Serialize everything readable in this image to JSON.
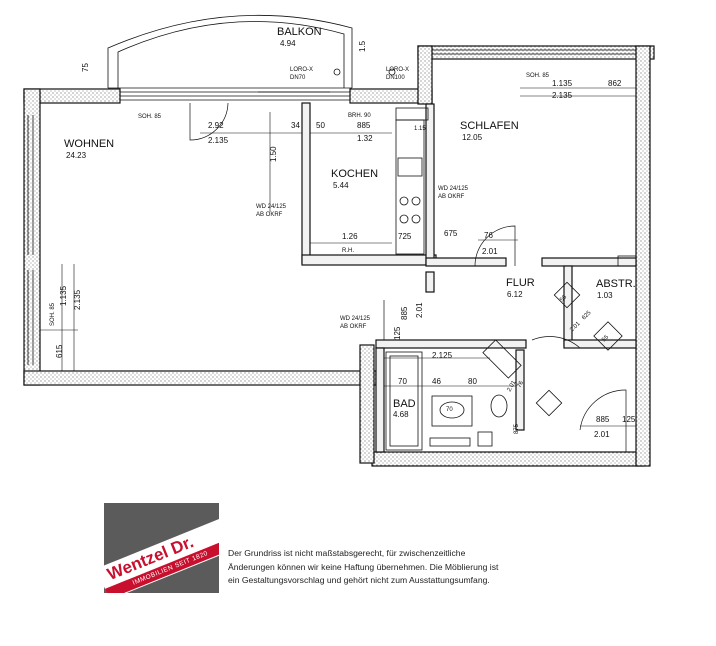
{
  "plan": {
    "rooms": [
      {
        "id": "balkon",
        "name": "BALKON",
        "area": "4.94"
      },
      {
        "id": "wohnen",
        "name": "WOHNEN",
        "area": "24.23"
      },
      {
        "id": "kochen",
        "name": "KOCHEN",
        "area": "5.44"
      },
      {
        "id": "schlafen",
        "name": "SCHLAFEN",
        "area": "12.05"
      },
      {
        "id": "flur",
        "name": "FLUR",
        "area": "6.12"
      },
      {
        "id": "abstr",
        "name": "ABSTR.",
        "area": "1.03"
      },
      {
        "id": "bad",
        "name": "BAD",
        "area": "4.68"
      }
    ],
    "dims": {
      "d75": "75",
      "d15": "1.5",
      "loro1": "LORO-X",
      "dn70": "DN70",
      "loro2": "LORO-X",
      "dn100": "DN100",
      "soh_wohnen": "SOH. 85",
      "d292": "2.92",
      "d2135a": "2.135",
      "d34": "34",
      "d50": "50",
      "brh": "BRH. 90",
      "d885a": "885",
      "d132": "1.32",
      "d150": "1.50",
      "d115": "1.15",
      "soh_schlafen": "SOH. 85",
      "d1135a": "1.135",
      "d2135b": "2.135",
      "d862": "862",
      "wd1": "WD 24/125",
      "abokrf1": "AB OKRF",
      "wd2": "WD 24/125",
      "abokrf2": "AB OKRF",
      "d126": "1.26",
      "rh": "R.H.",
      "d725": "725",
      "d675": "675",
      "d76a": "76",
      "d201a": "2.01",
      "soh_left": "SOH. 85",
      "d1135b": "1.135",
      "d2135c": "2.135",
      "d615": "615",
      "wd3": "WD 24/125",
      "abokrf3": "AB OKRF",
      "d885b": "885",
      "d125a": "125",
      "d201b": "2.01",
      "d56": "56",
      "d625": "625",
      "d201c": "2.01",
      "d55": "55",
      "d2125": "2.125",
      "d70a": "70",
      "d46": "46",
      "d80": "80",
      "d70b": "70",
      "d76b": "76",
      "d201d": "2.01",
      "d875": "875",
      "d885c": "885",
      "d125b": "125",
      "d201e": "2.01"
    }
  },
  "logo": {
    "name": "Wentzel Dr.",
    "tagline": "IMMOBILIEN SEIT 1820"
  },
  "disclaimer": {
    "line1": "Der Grundriss ist nicht maßstabsgerecht, für zwischenzeitliche",
    "line2": "Änderungen können wir keine Haftung übernehmen. Die Möblierung ist",
    "line3": "ein Gestaltungsvorschlag und gehört nicht zum Ausstattungsumfang."
  }
}
